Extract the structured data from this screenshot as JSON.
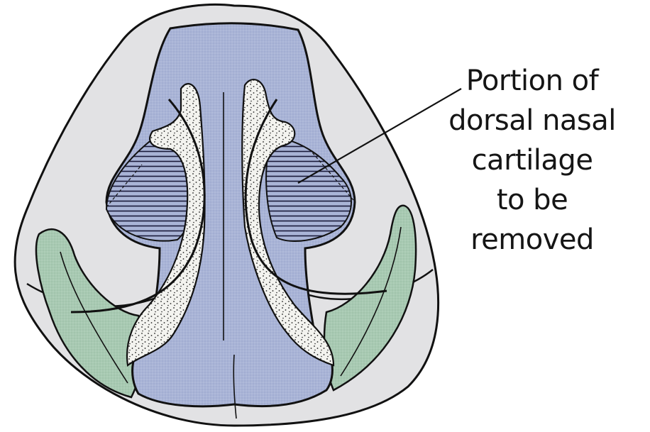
{
  "figure": {
    "label_lines": [
      "Portion of",
      "dorsal nasal",
      "cartilage",
      "to be",
      "removed"
    ],
    "colors": {
      "outline": "#111111",
      "outer_skin": "#e2e2e4",
      "blue_cartilage": "#a9b4d6",
      "green_cartilage": "#a8c9b2",
      "stippled_region": "#f3f3ef",
      "hatch": "#1a1a3a"
    },
    "icons": [
      "nose-outline",
      "hatched-removal-area",
      "stippled-nasal-passages",
      "leader-line"
    ]
  }
}
